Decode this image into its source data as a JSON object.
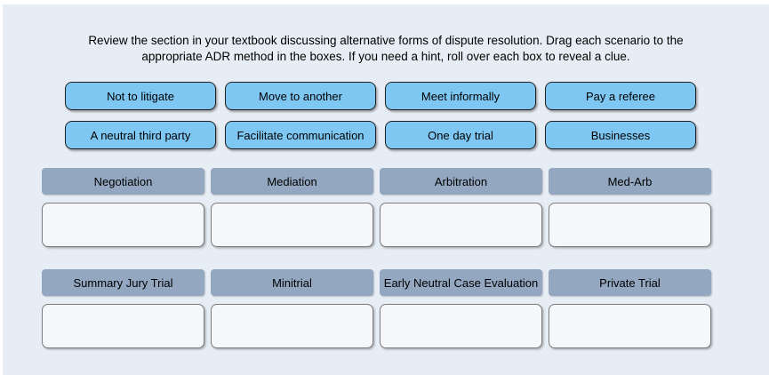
{
  "instructions": {
    "line1": "Review the section in your textbook discussing alternative forms of dispute resolution. Drag each scenario to the",
    "line2": "appropriate ADR method in the boxes. If you need a hint, roll over each box to reveal a clue."
  },
  "chips": {
    "row1": [
      {
        "label": "Not to litigate"
      },
      {
        "label": "Move to another"
      },
      {
        "label": "Meet informally"
      },
      {
        "label": "Pay a referee"
      }
    ],
    "row2": [
      {
        "label": "A neutral third party"
      },
      {
        "label": "Facilitate communication"
      },
      {
        "label": "One day trial"
      },
      {
        "label": "Businesses"
      }
    ]
  },
  "categories": {
    "row1": [
      {
        "label": "Negotiation"
      },
      {
        "label": "Mediation"
      },
      {
        "label": "Arbitration"
      },
      {
        "label": "Med-Arb"
      }
    ],
    "row2": [
      {
        "label": "Summary Jury Trial"
      },
      {
        "label": "Minitrial"
      },
      {
        "label": "Early Neutral Case Evaluation"
      },
      {
        "label": "Private Trial"
      }
    ]
  },
  "colors": {
    "panel_bg": "#e7edf4",
    "chip_bg": "#7ec7f3",
    "chip_border": "#1f1f1f",
    "header_bg": "#93a7c0",
    "dropbox_bg": "#f5f7fa",
    "dropbox_border": "#7d7d7d"
  }
}
